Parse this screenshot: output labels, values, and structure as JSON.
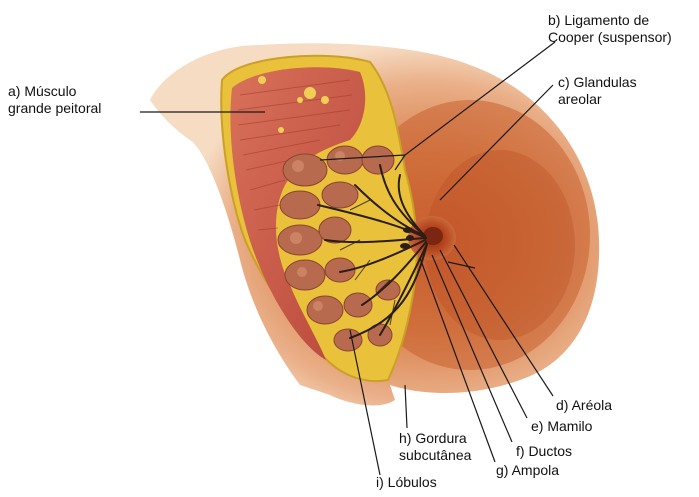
{
  "labels": {
    "a": "a) Músculo\ngrande peitoral",
    "b": "b) Ligamento de\nCooper (suspensor)",
    "c": "c) Glandulas\nareolar",
    "d": "d) Aréola",
    "e": "e) Mamilo",
    "f": "f) Ductos",
    "g": "g) Ampola",
    "h": "h) Gordura\nsubcutânea",
    "i": "i) Lóbulos"
  },
  "colors": {
    "skin": "#d9824e",
    "skin_light": "#f3c9a1",
    "areola": "#b8481f",
    "muscle": "#c7513f",
    "fat": "#e9c13a",
    "lobule": "#b86a4f",
    "duct": "#2b1d18",
    "leader": "#1a1a1a"
  }
}
